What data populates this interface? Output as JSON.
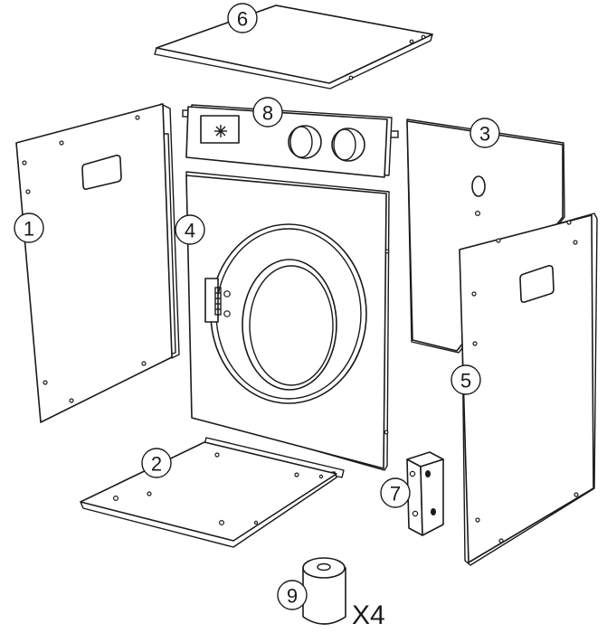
{
  "callouts": {
    "side_panel_left": "1",
    "bottom_panel": "2",
    "back_panel": "3",
    "front_door_panel": "4",
    "side_panel_right": "5",
    "top_panel": "6",
    "corner_bracket": "7",
    "control_panel": "8",
    "foot": "9"
  },
  "quantity": {
    "foot": "X4"
  },
  "icons": {
    "control_panel_symbol": "snowflake-icon"
  }
}
